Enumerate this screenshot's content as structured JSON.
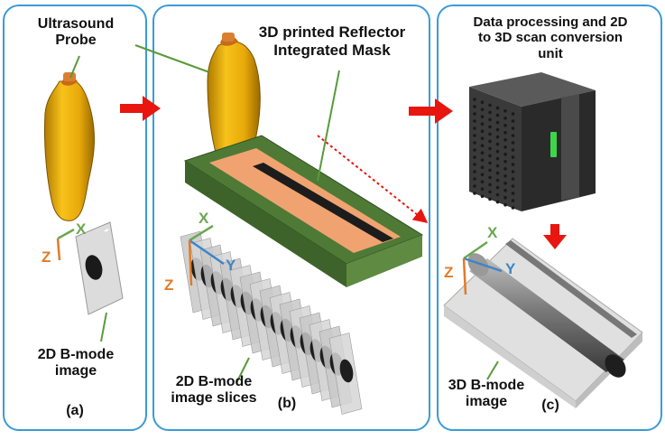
{
  "panel_a": {
    "probe_label_line1": "Ultrasound",
    "probe_label_line2": "Probe",
    "image_label_line1": "2D B-mode",
    "image_label_line2": "image",
    "caption": "(a)"
  },
  "panel_b": {
    "mask_label_line1": "3D printed Reflector",
    "mask_label_line2": "Integrated Mask",
    "slices_label_line1": "2D B-mode",
    "slices_label_line2": "image slices",
    "caption": "(b)"
  },
  "panel_c": {
    "unit_label_line1": "Data processing and 2D",
    "unit_label_line2": "to 3D scan conversion",
    "unit_label_line3": "unit",
    "image_label_line1": "3D B-mode",
    "image_label_line2": "image",
    "caption": "(c)"
  },
  "axes": {
    "x": "X",
    "y": "Y",
    "z": "Z"
  },
  "colors": {
    "panel_border": "#3a9bd8",
    "arrow_red": "#e8160f",
    "leader_green": "#5a9a3a",
    "axis_x": "#6aa84f",
    "axis_y": "#3d85c6",
    "axis_z": "#e07b28",
    "probe_gold": "#e8b40c",
    "mask_green": "#4e7a36"
  }
}
